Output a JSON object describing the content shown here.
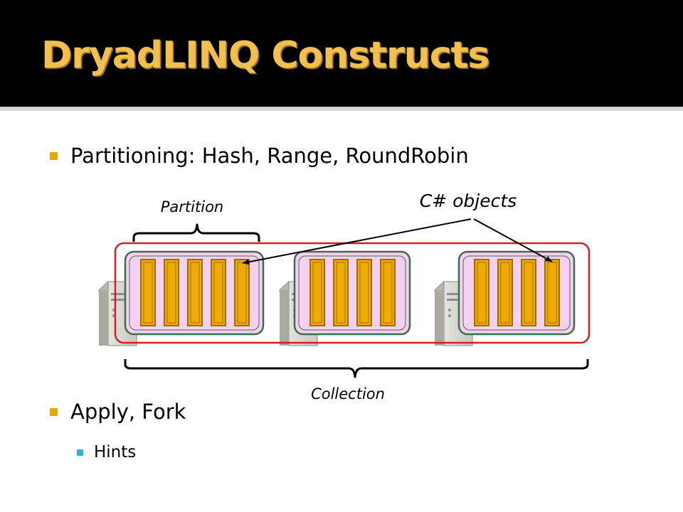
{
  "slide": {
    "title": "DryadLINQ Constructs",
    "bullets": [
      {
        "text": "Partitioning: Hash, Range, RoundRobin",
        "level": 1
      },
      {
        "text": "Apply, Fork",
        "level": 1
      },
      {
        "text": "Hints",
        "level": 2
      }
    ]
  },
  "diagram": {
    "labels": {
      "partition": "Partition",
      "collection": "Collection",
      "objects": "C# objects"
    },
    "partitions": [
      {
        "objects": 5
      },
      {
        "objects": 4
      },
      {
        "objects": 4
      }
    ]
  },
  "colors": {
    "title": "#f2c04e",
    "title_bar": "#000000",
    "bullet_level1": "#e5a800",
    "bullet_level2": "#31b5d5",
    "collection_border": "#d42020",
    "partition_fill": "#f5d0f2",
    "partition_border": "#3e6e48",
    "object_fill": "#eeac00",
    "object_border": "#a06e00"
  }
}
